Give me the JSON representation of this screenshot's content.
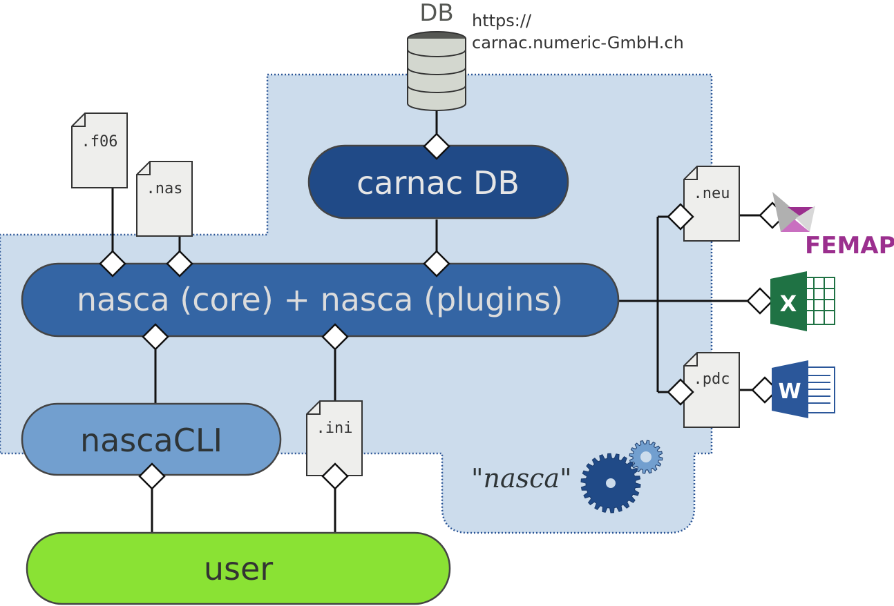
{
  "db": {
    "label": "DB",
    "url_line1": "https://",
    "url_line2": "carnac.numeric-GmbH.ch"
  },
  "nodes": {
    "carnac_db": "carnac DB",
    "core": "nasca (core) + nasca (plugins)",
    "cli": "nascaCLI",
    "user": "user"
  },
  "files": {
    "f06": ".f06",
    "nas": ".nas",
    "neu": ".neu",
    "pdc": ".pdc",
    "ini": ".ini"
  },
  "apps": {
    "femap": "FEMAP",
    "excel": "X",
    "word": "W"
  },
  "brand": {
    "quote_open": "\"",
    "name": "nasca",
    "quote_close": "\""
  },
  "colors": {
    "region_fill": "#ccdcec",
    "region_border": "#2a5596",
    "carnac_db": "#204a87",
    "core": "#3465a4",
    "cli": "#729fcf",
    "user": "#8ae234",
    "text_light": "#e6e6e6",
    "text_dark": "#333333",
    "femap": "#9b2f8e",
    "excel": "#1f7244",
    "word": "#2b579a"
  }
}
